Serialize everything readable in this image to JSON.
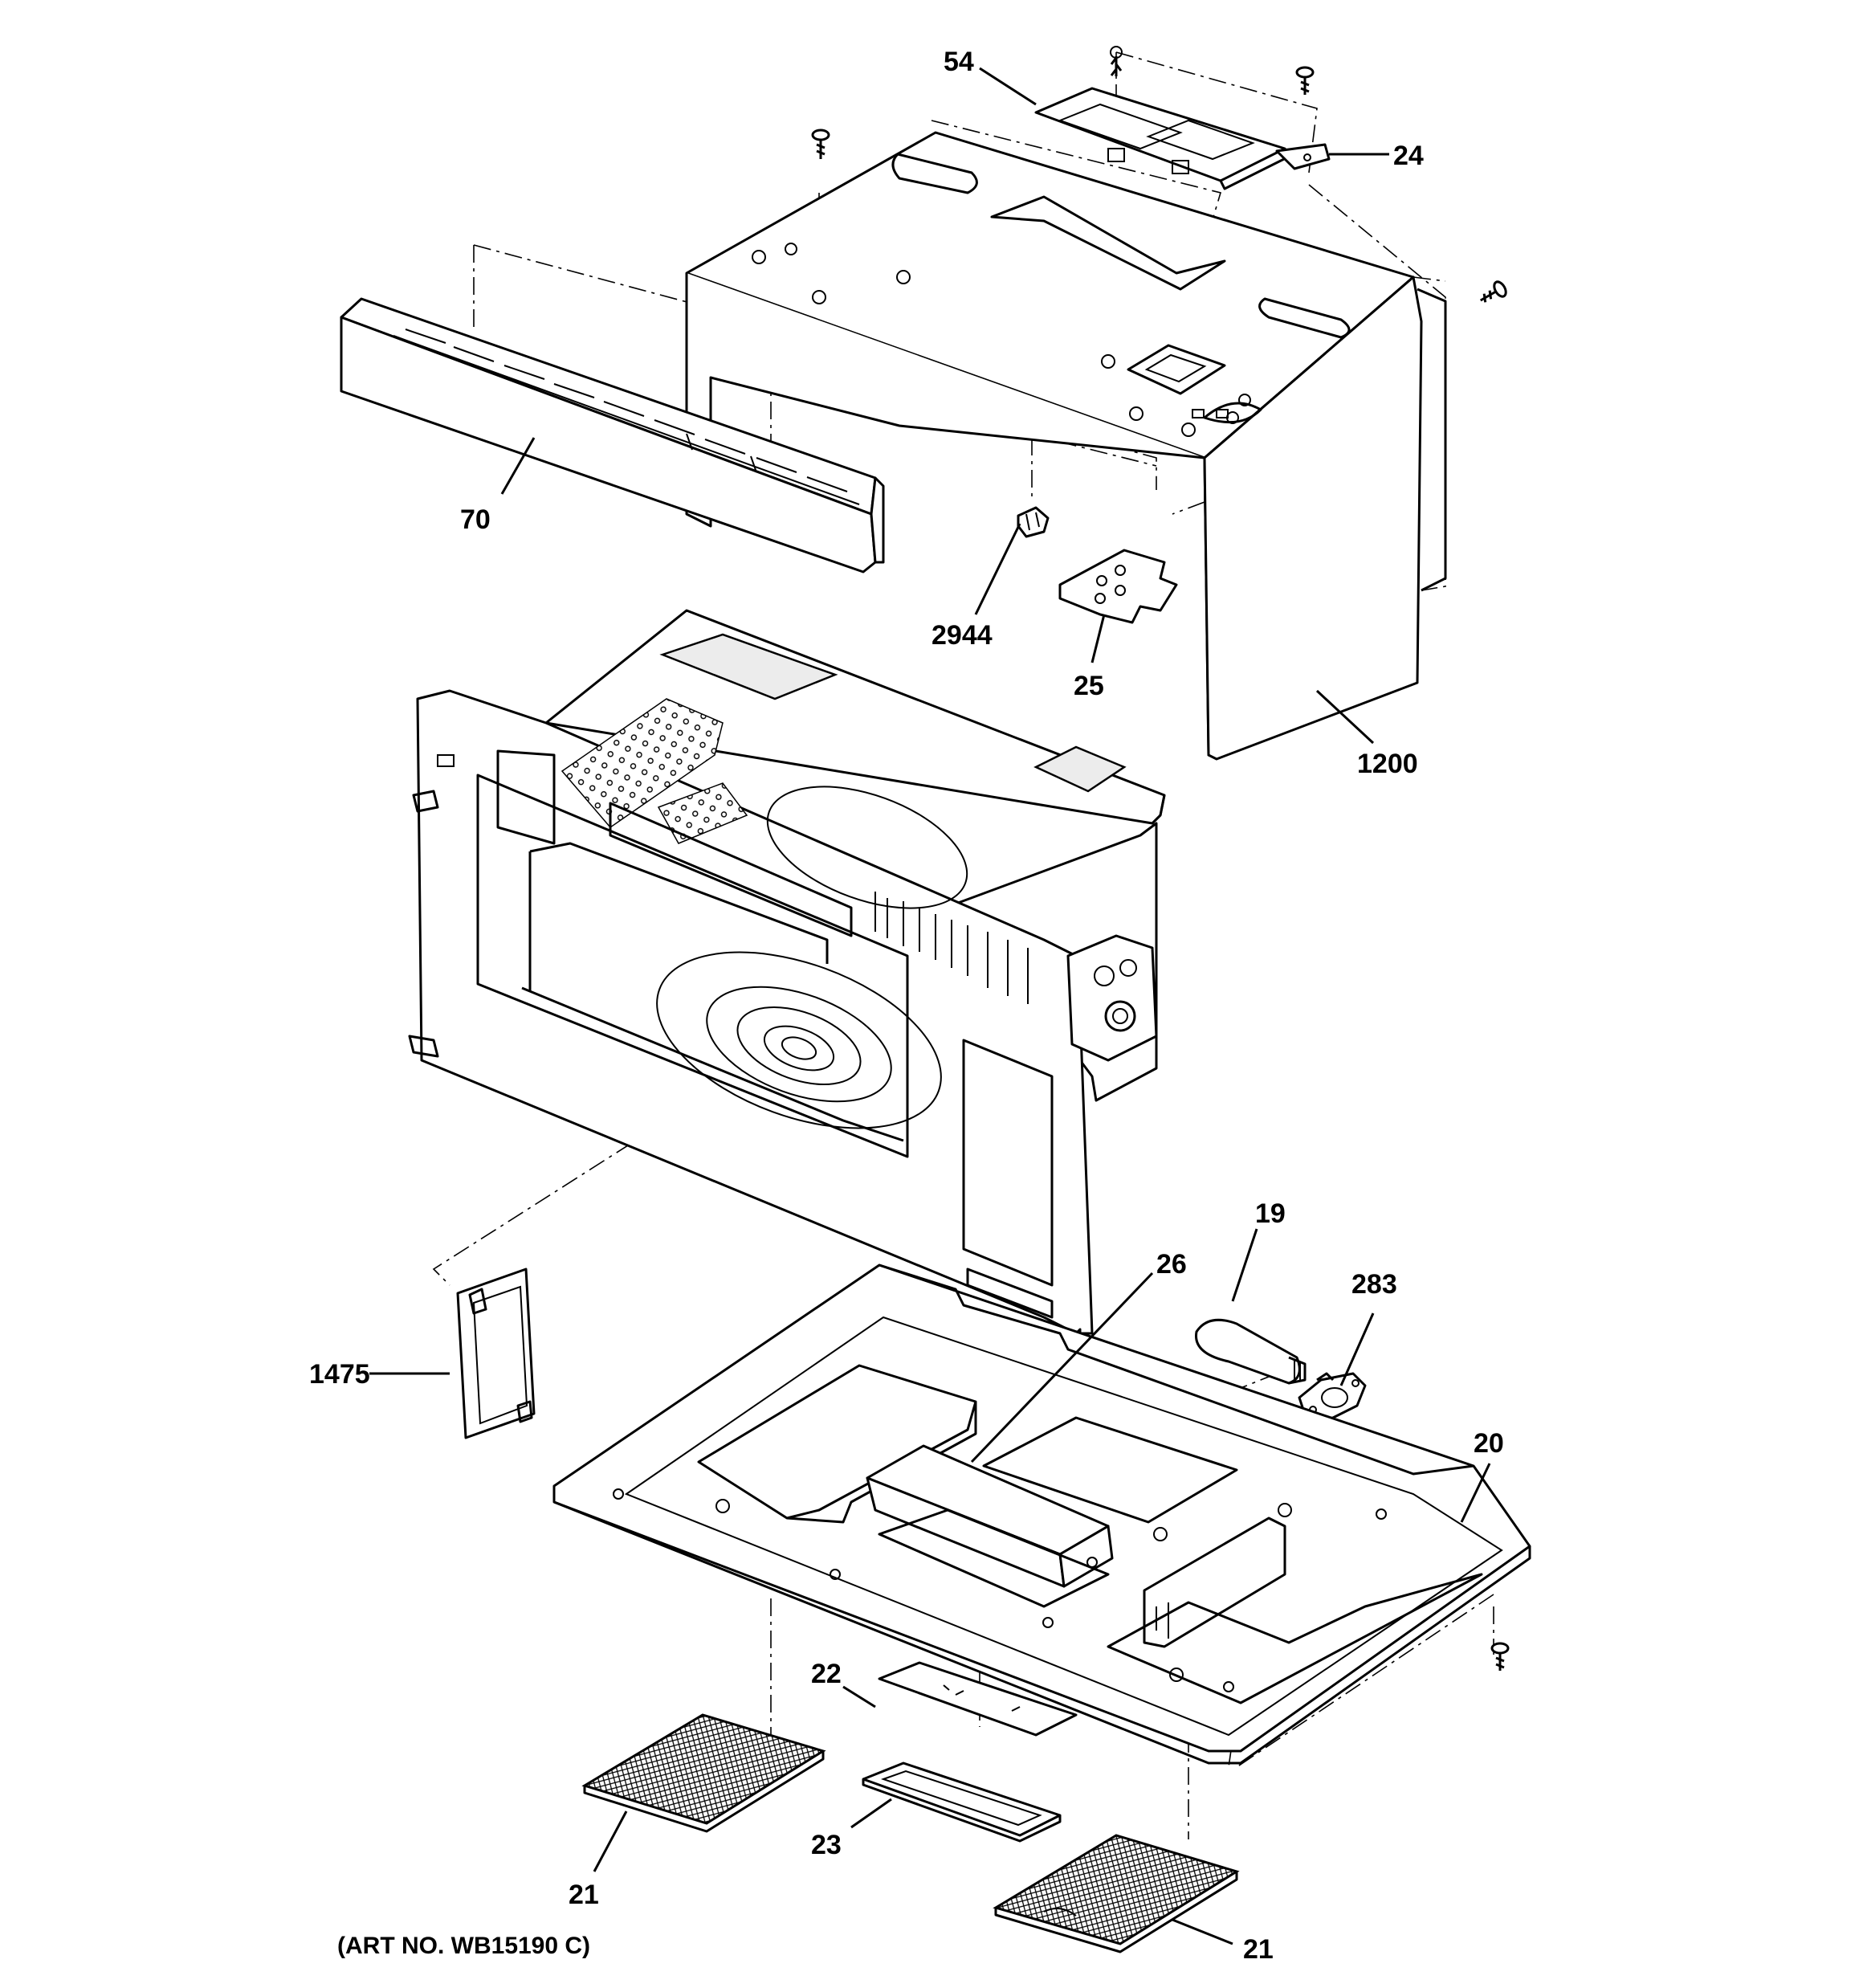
{
  "labels": {
    "p54": "54",
    "p24": "24",
    "p70": "70",
    "p2944": "2944",
    "p25": "25",
    "p1200": "1200",
    "p19": "19",
    "p26": "26",
    "p283": "283",
    "p1475": "1475",
    "p20": "20",
    "p22": "22",
    "p23": "23",
    "p21a": "21",
    "p21b": "21"
  },
  "art_number": "(ART NO. WB15190 C)"
}
